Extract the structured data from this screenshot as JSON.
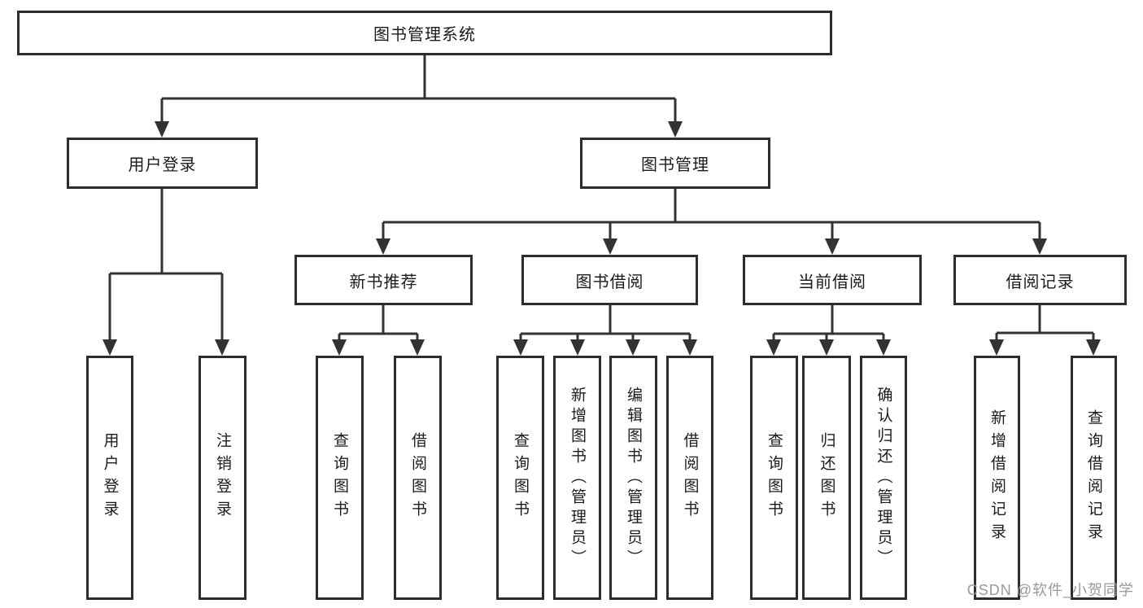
{
  "diagram": {
    "title": "图书管理系统",
    "level1": {
      "user_login": "用户登录",
      "book_management": "图书管理"
    },
    "level2": [
      "新书推荐",
      "图书借阅",
      "当前借阅",
      "借阅记录"
    ],
    "children": {
      "user_login": [
        "用户登录",
        "注销登录"
      ],
      "new_book_recommendation": [
        "查询图书",
        "借阅图书"
      ],
      "book_borrowing": [
        "查询图书",
        "新增图书（管理员）",
        "编辑图书（管理员）",
        "借阅图书"
      ],
      "current_borrowing": [
        "查询图书",
        "归还图书",
        "确认归还（管理员）"
      ],
      "borrowing_records": [
        "新增借阅记录",
        "查询借阅记录"
      ]
    },
    "colors": {
      "line": "#333333",
      "box_border": "#2d2d2d",
      "text": "#1b1b1b",
      "background": "#ffffff",
      "watermark": "#999999"
    },
    "watermark": "CSDN @软件_小贺同学"
  }
}
